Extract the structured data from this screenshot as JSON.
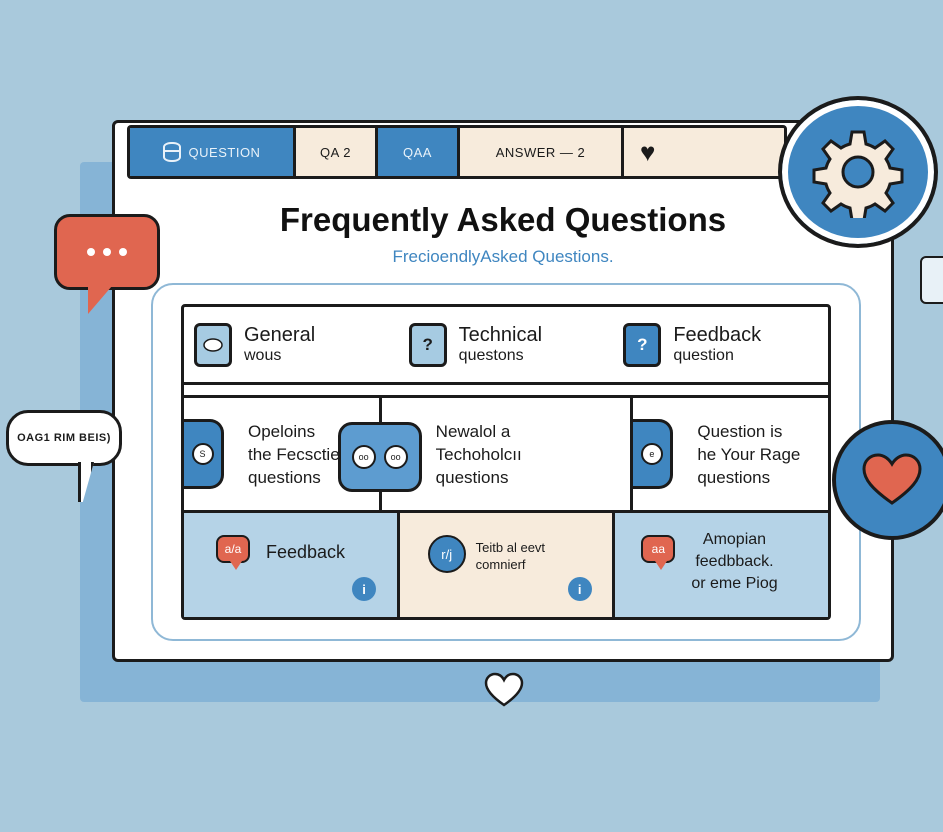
{
  "tabs": [
    {
      "label": "QUESTION",
      "icon": "database-icon",
      "style": "blue"
    },
    {
      "label": "QA 2",
      "style": "cream"
    },
    {
      "label": "QAA",
      "style": "blue"
    },
    {
      "label": "ANSWER — 2",
      "style": "cream"
    },
    {
      "label": "",
      "icon": "heart-icon",
      "style": "cream"
    }
  ],
  "header": {
    "title": "Frequently Asked Questions",
    "subtitle": "FrecioendlyAsked Questions."
  },
  "categories": [
    {
      "line1": "General",
      "line2": "wous",
      "icon_glyph": "",
      "icon": "speech-bubble-icon"
    },
    {
      "line1": "Technical",
      "line2": "questons",
      "icon_glyph": "?",
      "icon": "speech-bubble-icon"
    },
    {
      "line1": "Feedback",
      "line2": "question",
      "icon_glyph": "?",
      "icon": "question-bubble-icon"
    }
  ],
  "questions": [
    {
      "lines": [
        "Opeloins",
        "the Fecsctie",
        "questions"
      ],
      "badge": "S"
    },
    {
      "lines": [
        "Newalol a",
        "Techoholcıı",
        "questions"
      ],
      "badge": "oo"
    },
    {
      "lines": [
        "Question is",
        "he Your Rage",
        "questions"
      ],
      "badge": "e"
    }
  ],
  "feedback": [
    {
      "text": "Feedback",
      "badge": "a/a",
      "info": "i"
    },
    {
      "lines": [
        "Teitb al eevt",
        "comnierf"
      ],
      "badge": "r/j",
      "info": "i"
    },
    {
      "lines": [
        "Amopian",
        "feedbback.",
        "or eme Piog"
      ],
      "badge": "aa"
    }
  ],
  "bubbles": {
    "left_label": "OAG1 RIM BEIS)"
  },
  "colors": {
    "accent_blue": "#3f86c0",
    "accent_red": "#e06650",
    "cream": "#f7ebdc",
    "background": "#a9c9dc"
  }
}
